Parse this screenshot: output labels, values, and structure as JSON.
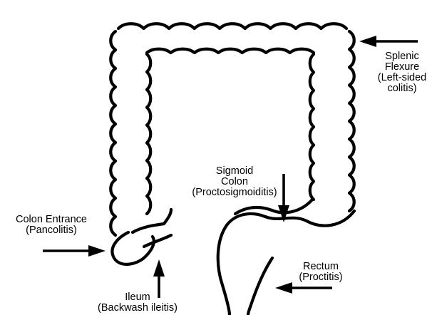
{
  "labels": {
    "splenic": {
      "line1": "Splenic",
      "line2": "Flexure",
      "line3": "(Left-sided",
      "line4": "colitis)"
    },
    "sigmoid": {
      "line1": "Sigmoid",
      "line2": "Colon",
      "line3": "(Proctosigmoiditis)"
    },
    "entrance": {
      "line1": "Colon Entrance",
      "line2": "(Pancolitis)"
    },
    "rectum": {
      "line1": "Rectum",
      "line2": "(Proctitis)"
    },
    "ileum": {
      "line1": "Ileum",
      "line2": "(Backwash ileitis)"
    }
  }
}
